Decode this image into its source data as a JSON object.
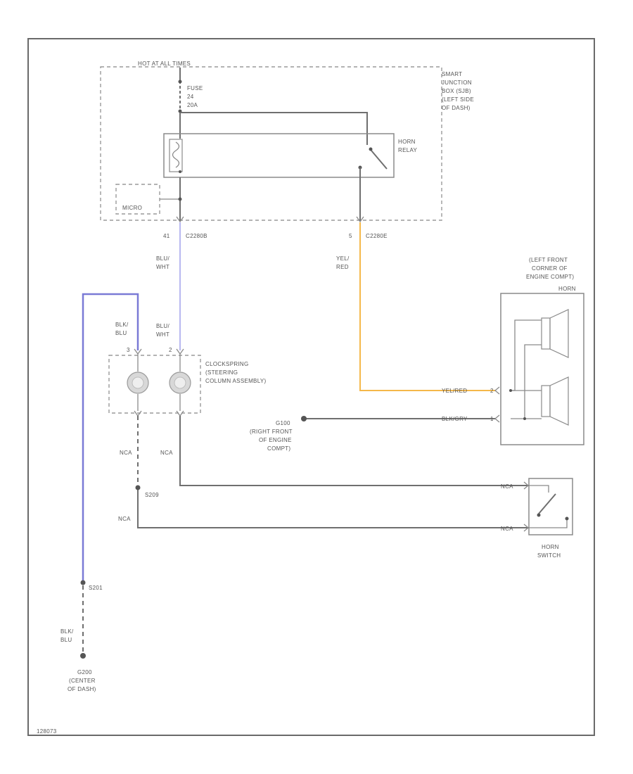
{
  "labels": {
    "hot_at_all_times": "HOT AT ALL TIMES",
    "fuse_line1": "FUSE",
    "fuse_line2": "24",
    "fuse_line3": "20A",
    "sjb_line1": "SMART",
    "sjb_line2": "JUNCTION",
    "sjb_line3": "BOX (SJB)",
    "sjb_line4": "(LEFT SIDE",
    "sjb_line5": "OF DASH)",
    "relay_line1": "HORN",
    "relay_line2": "RELAY",
    "module": "MICRO",
    "pin_41": "41",
    "conn_left": "C2280B",
    "pin_5": "5",
    "conn_right": "C2280E",
    "wire_blu_wht_1a": "BLU/",
    "wire_blu_wht_1b": "WHT",
    "wire_yel_red_a": "YEL/",
    "wire_yel_red_b": "RED",
    "horn_loc_1": "(LEFT FRONT",
    "horn_loc_2": "CORNER OF",
    "horn_loc_3": "ENGINE COMPT)",
    "horn_name": "HORN",
    "wire_blk_blu_a": "BLK/",
    "wire_blk_blu_b": "BLU",
    "wire_blu_wht_2a": "BLU/",
    "wire_blu_wht_2b": "WHT",
    "clock_pin_left": "3",
    "clock_pin_right": "2",
    "clock_line1": "CLOCKSPRING",
    "clock_line2": "(STEERING",
    "clock_line3": "COLUMN ASSEMBLY)",
    "ground_g100_1": "G100",
    "ground_g100_2": "(RIGHT FRONT",
    "ground_g100_3": "OF ENGINE",
    "ground_g100_4": "COMPT)",
    "wire_yel_red_horn": "YEL/RED",
    "wire_blk_gry_horn": "BLK/GRY",
    "horn_pin_top": "2",
    "horn_pin_bot": "1",
    "nca_1": "NCA",
    "nca_2": "NCA",
    "nca_3": "NCA",
    "splice_s209": "S209",
    "switch_pin_top": "NCA",
    "switch_pin_bot": "NCA",
    "switch_line1": "HORN",
    "switch_line2": "SWITCH",
    "splice_s201": "S201",
    "wire_blk_blu_bot_a": "BLK/",
    "wire_blk_blu_bot_b": "BLU",
    "ground_g200_1": "G200",
    "ground_g200_2": "(CENTER",
    "ground_g200_3": "OF DASH)",
    "figure_id": "128073"
  },
  "colors": {
    "wire_blu_wht": "#b8b8f0",
    "wire_yel_red": "#f5b84a",
    "wire_blk_blu": "#7a7ad6",
    "wire_default": "#6f6f6f"
  }
}
